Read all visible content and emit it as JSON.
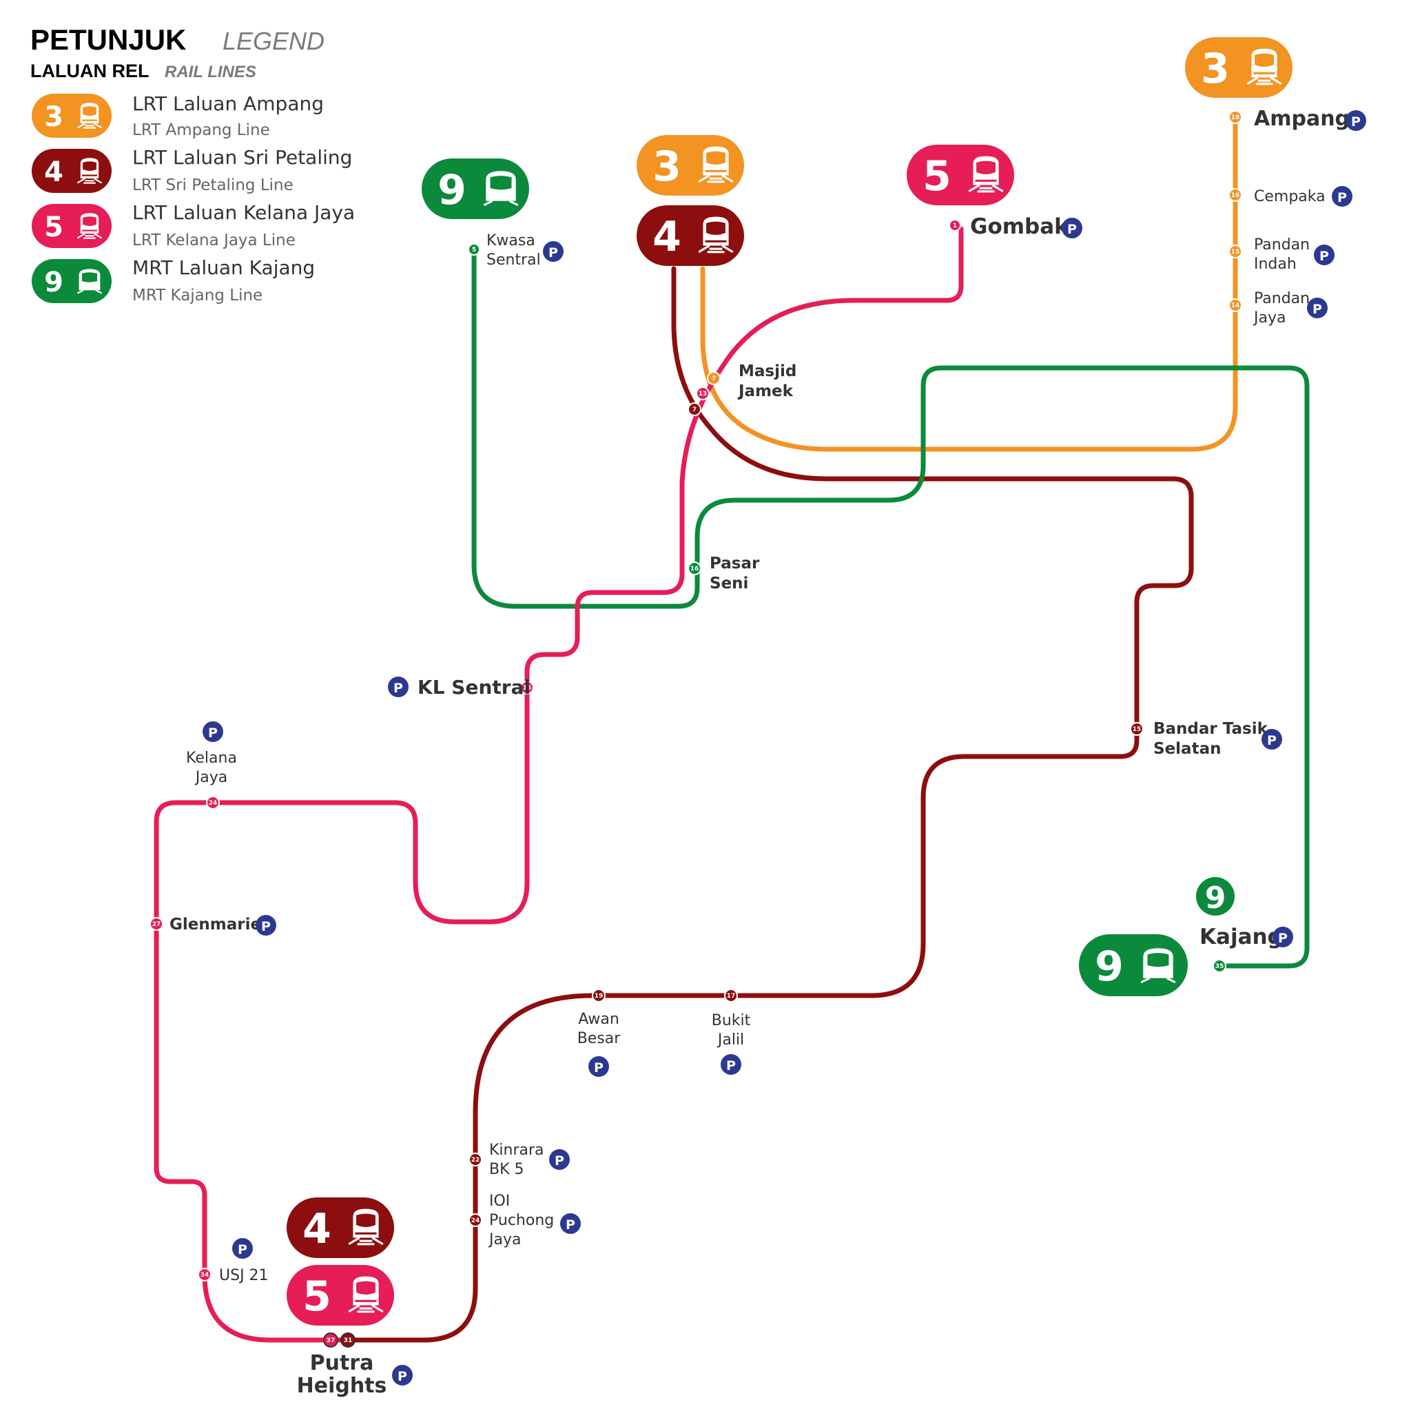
{
  "legend": {
    "title": "PETUNJUK",
    "title_en": "LEGEND",
    "subtitle": "LALUAN REL",
    "subtitle_en": "RAIL LINES",
    "items": [
      {
        "num": "3",
        "name": "LRT Laluan Ampang",
        "name_en": "LRT Ampang Line",
        "color": "#F39322"
      },
      {
        "num": "4",
        "name": "LRT Laluan Sri Petaling",
        "name_en": "LRT Sri Petaling Line",
        "color": "#8C0E0E"
      },
      {
        "num": "5",
        "name": "LRT Laluan Kelana Jaya",
        "name_en": "LRT Kelana Jaya Line",
        "color": "#E61D56"
      },
      {
        "num": "9",
        "name": "MRT Laluan Kajang",
        "name_en": "MRT Kajang Line",
        "color": "#0B8A3C"
      }
    ]
  },
  "parking_label": "P",
  "badges": {
    "ampang_terminus": "3",
    "hub_top_3": "3",
    "hub_top_4": "4",
    "gombak": "5",
    "kwasa": "9",
    "kajang_round": "9",
    "kajang_pill": "9",
    "putra_4": "4",
    "putra_5": "5"
  },
  "stations": {
    "ampang": {
      "line1": "Ampang",
      "code": "18"
    },
    "cempaka": {
      "line1": "Cempaka",
      "code": "16"
    },
    "pandan_indah": {
      "line1": "Pandan",
      "line2": "Indah",
      "code": "15"
    },
    "pandan_jaya": {
      "line1": "Pandan",
      "line2": "Jaya",
      "code": "14"
    },
    "gombak": {
      "line1": "Gombak",
      "code": "1"
    },
    "kwasa": {
      "line1": "Kwasa",
      "line2": "Sentral",
      "code": "5"
    },
    "masjid_jamek": {
      "line1": "Masjid",
      "line2": "Jamek",
      "code_3": "7",
      "code_5": "13",
      "code_4": "7"
    },
    "pasar_seni": {
      "line1": "Pasar",
      "line2": "Seni",
      "code": "16"
    },
    "kl_sentral": {
      "line1": "KL Sentral",
      "code": "15"
    },
    "kelana_jaya": {
      "line1": "Kelana",
      "line2": "Jaya",
      "code": "24"
    },
    "glenmarie": {
      "line1": "Glenmarie",
      "code": "27"
    },
    "usj21": {
      "line1": "USJ 21",
      "code": "34"
    },
    "putra_heights": {
      "line1": "Putra",
      "line2": "Heights",
      "code_5": "37",
      "code_4": "31"
    },
    "bandar_tasik_selatan": {
      "line1": "Bandar Tasik",
      "line2": "Selatan",
      "code": "15"
    },
    "kajang": {
      "line1": "Kajang",
      "code": "35"
    },
    "awan_besar": {
      "line1": "Awan",
      "line2": "Besar",
      "code": "19"
    },
    "bukit_jalil": {
      "line1": "Bukit",
      "line2": "Jalil",
      "code": "17"
    },
    "kinrara": {
      "line1": "Kinrara",
      "line2": "BK 5",
      "code": "22"
    },
    "ioi_puchong": {
      "line1": "IOI",
      "line2": "Puchong",
      "line3": "Jaya",
      "code": "24"
    }
  }
}
